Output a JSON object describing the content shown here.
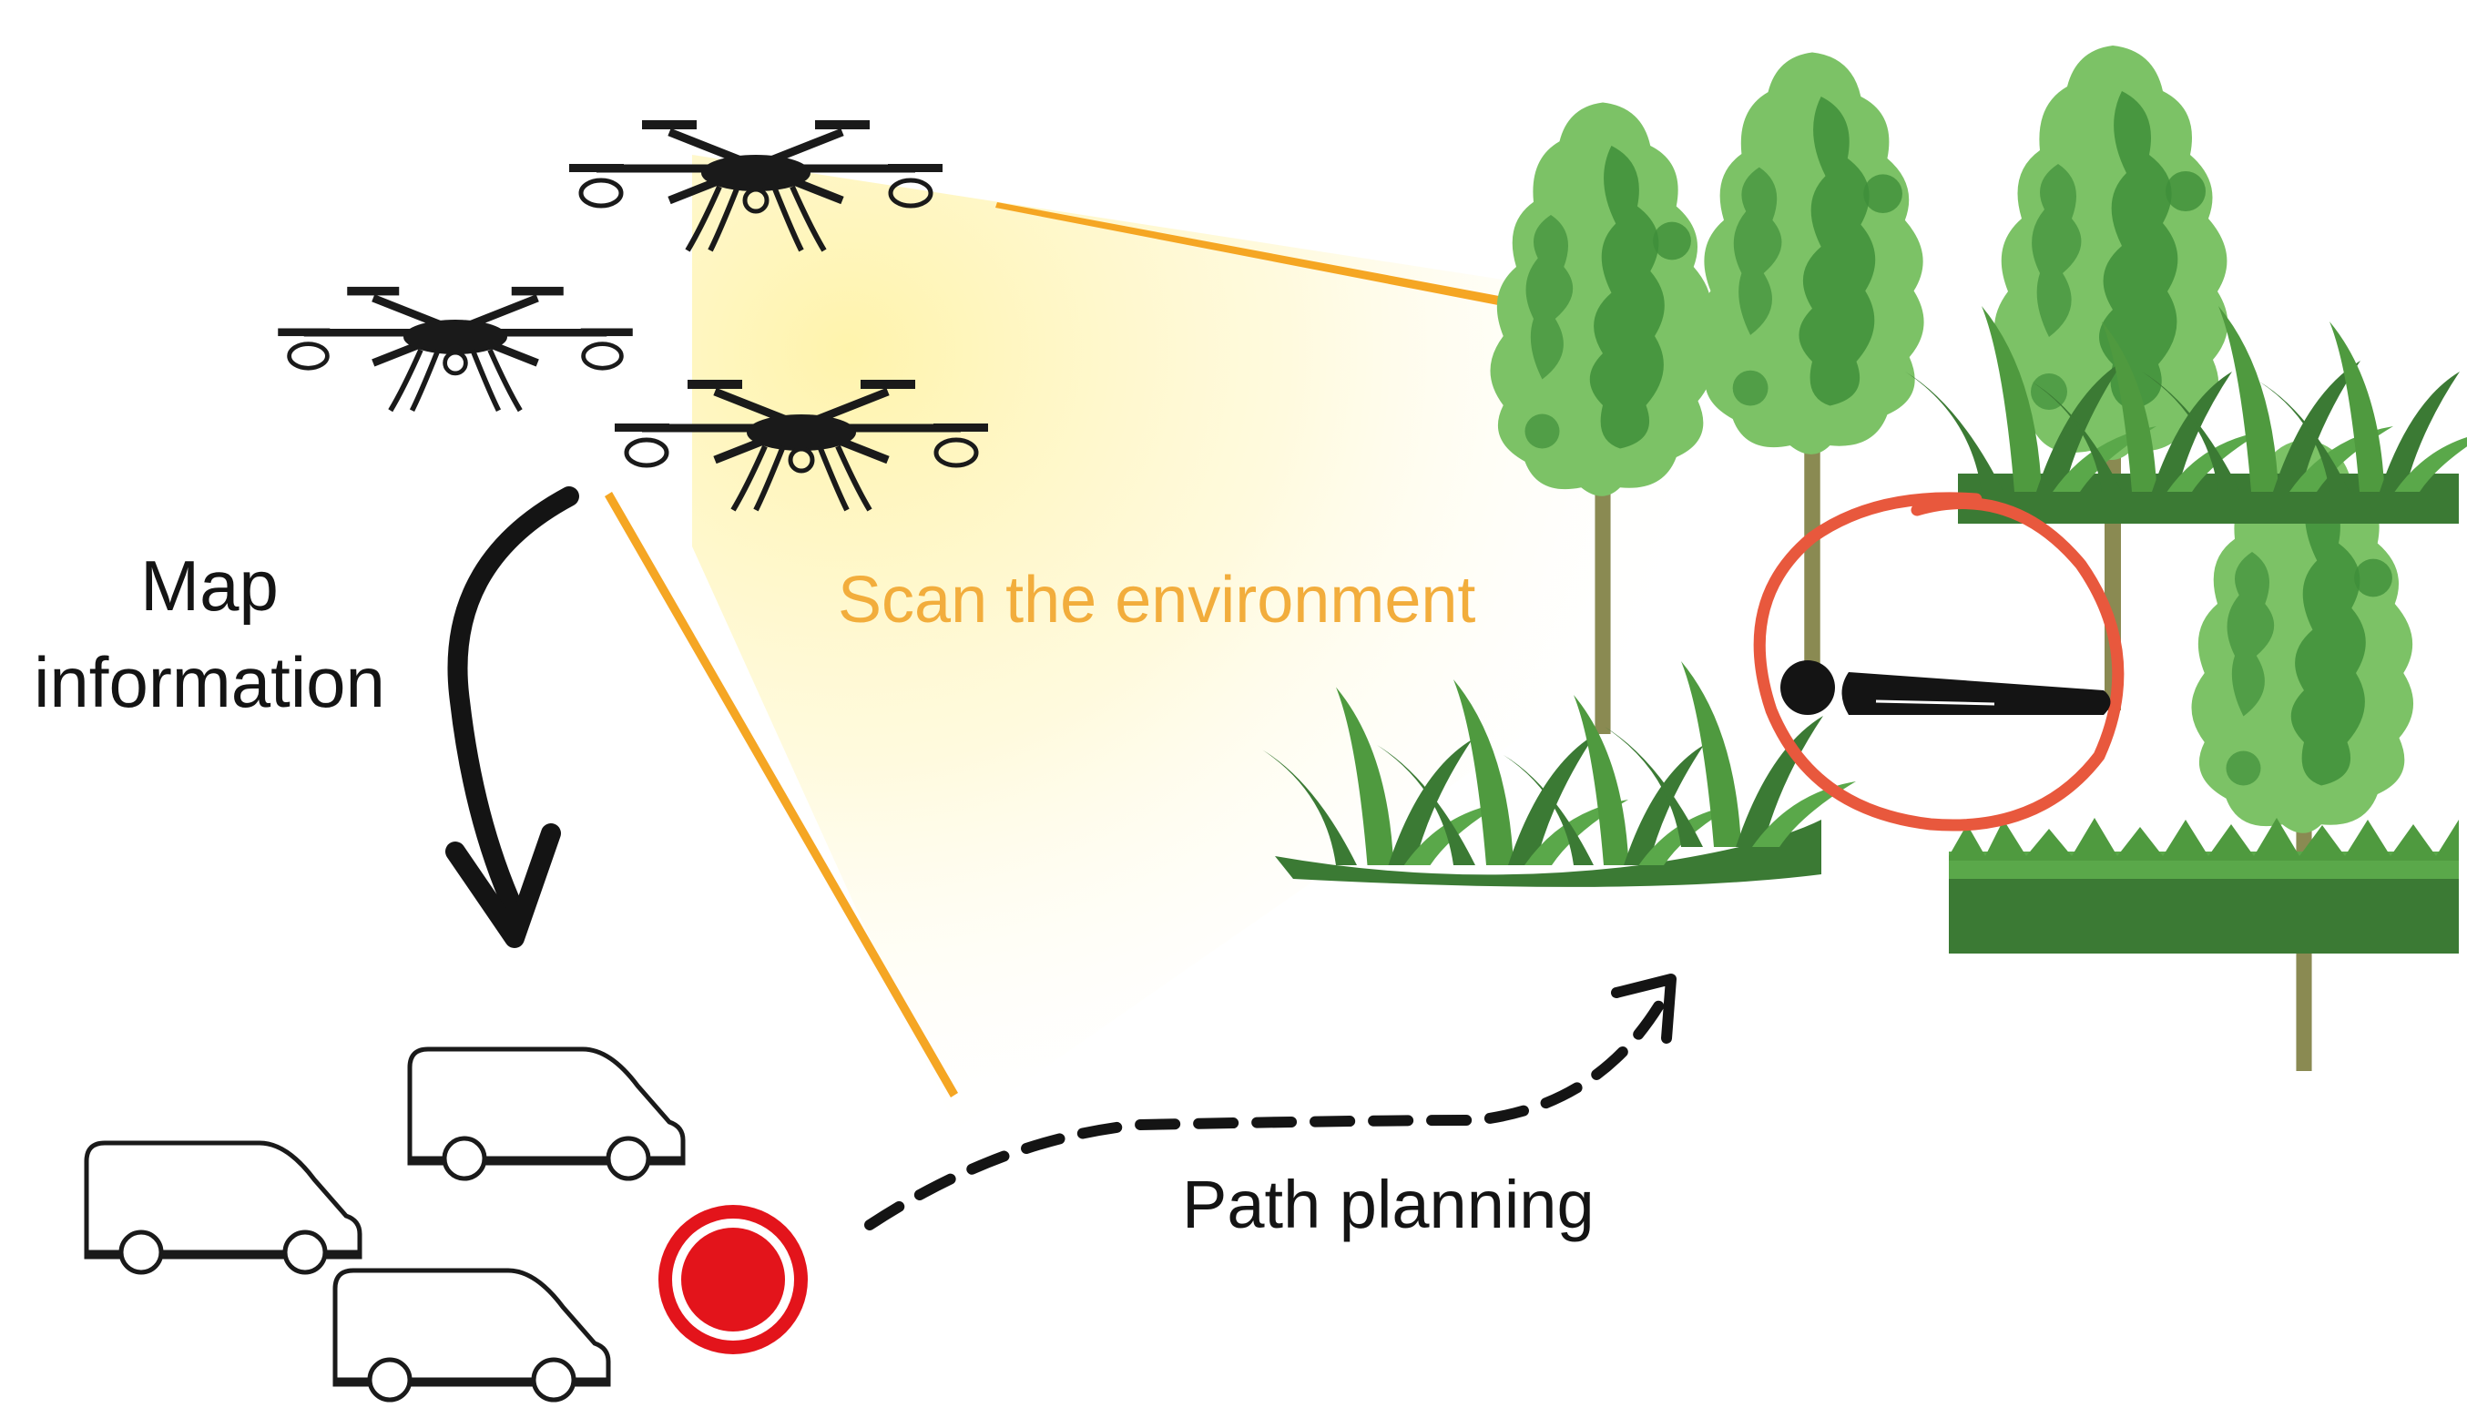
{
  "labels": {
    "map_line1": "Map",
    "map_line2": "information",
    "scan": "Scan the environment",
    "path": "Path planning"
  },
  "colors": {
    "scan_text": "#f2ad3c",
    "beam": "#f5a623",
    "glow": "#fff0a0",
    "leaf_light": "#7cc266",
    "leaf_dark": "#3f8f3a",
    "trunk": "#8a8a52",
    "grass": "#3b7a34",
    "target_ring": "#e8583d",
    "base_marker": "#e3141b",
    "ink": "#141414"
  },
  "icons": {
    "drones": [
      "drone-icon",
      "drone-icon",
      "drone-icon"
    ],
    "vehicles": [
      "van-icon",
      "van-icon",
      "van-icon"
    ],
    "trees": [
      "tree-icon",
      "tree-icon",
      "tree-icon",
      "tree-icon"
    ],
    "person": "person-lying-icon",
    "base": "base-marker-icon"
  }
}
